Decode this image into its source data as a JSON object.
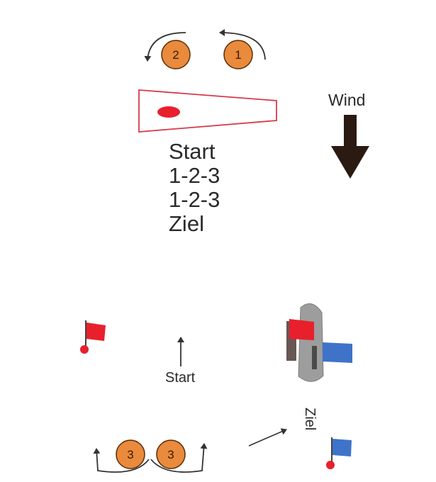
{
  "course": {
    "lines": [
      "Start",
      "1-2-3",
      "1-2-3",
      "Ziel"
    ]
  },
  "wind_label": "Wind",
  "start_label": "Start",
  "ziel_label": "Ziel",
  "marks": {
    "top_left": "2",
    "top_right": "1",
    "bottom_left": "3",
    "bottom_right": "3"
  },
  "colors": {
    "buoy_orange": "#e98a3c",
    "red": "#e8202c",
    "blue": "#3e73c9",
    "boat_gray": "#9d9d9d",
    "wind_arrow": "#2a1a12"
  }
}
